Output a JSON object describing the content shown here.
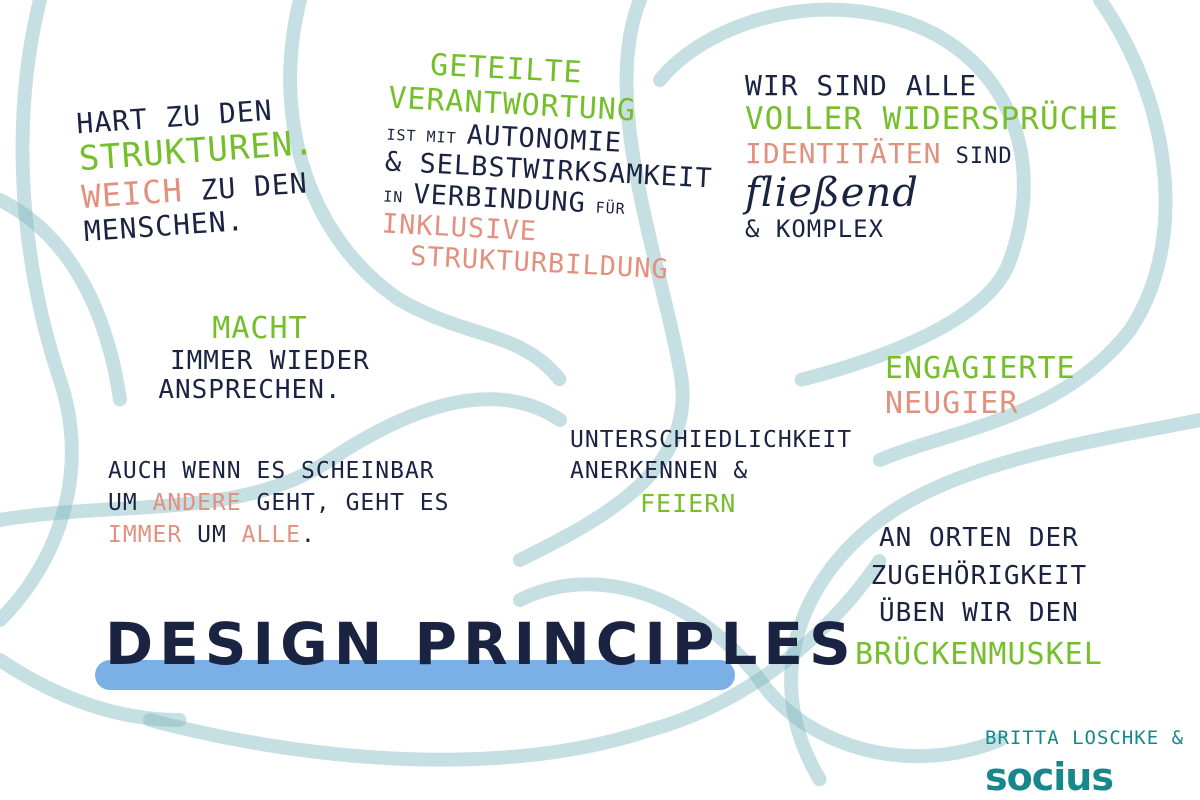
{
  "title": "Design Principles",
  "block1": {
    "l1": "Hart zu den",
    "l2": "Strukturen.",
    "l3a": "Weich",
    "l3b": " zu den",
    "l4": "Menschen."
  },
  "block2": {
    "l1": "Geteilte",
    "l2": "Verantwortung",
    "l3a": "ist mit ",
    "l3b": "Autonomie",
    "l4": "& Selbstwirksamkeit",
    "l5a": "in ",
    "l5b": "Verbindung",
    "l5c": " für",
    "l6": "Inklusive",
    "l7": "Strukturbildung"
  },
  "block3": {
    "l1": "Wir sind alle",
    "l2": "voller Widersprüche",
    "l3a": "Identitäten",
    "l3b": " sind",
    "l4": "fließend",
    "l5": "& komplex"
  },
  "block4": {
    "l1": "Macht",
    "l2": "immer wieder",
    "l3": "ansprechen.",
    "l4": "Auch wenn es scheinbar",
    "l5a": "um ",
    "l5b": "andere",
    "l5c": " geht, geht es",
    "l6a": "immer",
    "l6b": " um ",
    "l6c": "alle",
    "l6d": "."
  },
  "block5": {
    "l1": "Unterschiedlichkeit",
    "l2": "anerkennen &",
    "l3": "feiern"
  },
  "block6": {
    "l1": "Engagierte",
    "l2": "Neugier"
  },
  "block7": {
    "l1": "An Orten der",
    "l2": "Zugehörigkeit",
    "l3": "üben wir den",
    "l4": "Brückenmuskel"
  },
  "credit": {
    "author": "Britta Loschke &",
    "logo": "socius"
  },
  "colors": {
    "navy": "#1b2342",
    "green": "#74bf2a",
    "salmon": "#e3917f",
    "teal": "#17878b",
    "highlight": "#7bb0e6"
  }
}
